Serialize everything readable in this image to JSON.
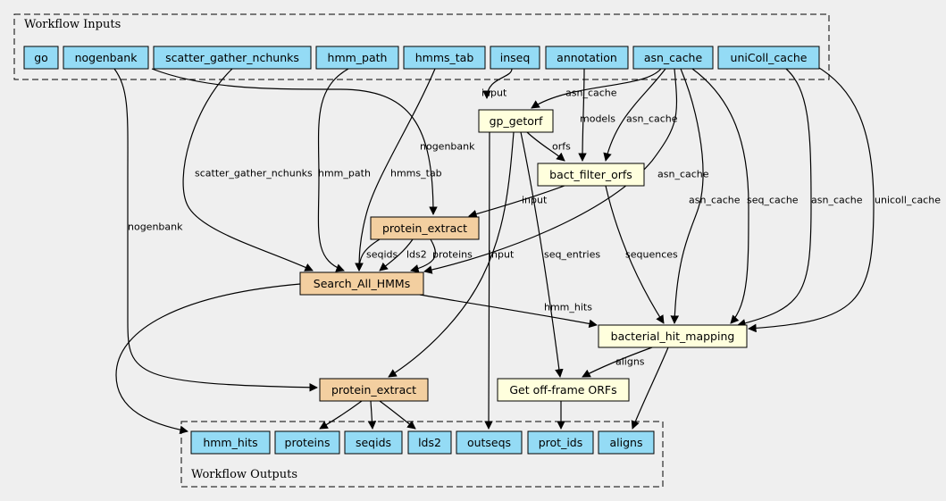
{
  "inputs_cluster": {
    "label": "Workflow Inputs"
  },
  "outputs_cluster": {
    "label": "Workflow Outputs"
  },
  "colors": {
    "io": "#94dbf5",
    "tool": "#ffffdd",
    "subworkflow": "#f3cfa0",
    "background": "#efefef"
  },
  "nodes": {
    "go": "go",
    "nogenbank": "nogenbank",
    "scatter_gather_nchunks": "scatter_gather_nchunks",
    "hmm_path": "hmm_path",
    "hmms_tab": "hmms_tab",
    "inseq": "inseq",
    "annotation": "annotation",
    "asn_cache": "asn_cache",
    "uniColl_cache": "uniColl_cache",
    "gp_getorf": "gp_getorf",
    "bact_filter_orfs": "bact_filter_orfs",
    "protein_extract_1": "protein_extract",
    "search_all_hmms": "Search_All_HMMs",
    "bacterial_hit_mapping": "bacterial_hit_mapping",
    "protein_extract_2": "protein_extract",
    "get_off_frame_orfs": "Get off-frame ORFs",
    "out_hmm_hits": "hmm_hits",
    "out_proteins": "proteins",
    "out_seqids": "seqids",
    "out_lds2": "lds2",
    "out_outseqs": "outseqs",
    "out_prot_ids": "prot_ids",
    "out_aligns": "aligns"
  },
  "edge_labels": {
    "inseq_getorf": "input",
    "asn_getorf": "asn_cache",
    "annotation_filter": "models",
    "asn_filter": "asn_cache",
    "getorf_filter": "orfs",
    "nogenbank_pe1": "nogenbank",
    "asn_search": "asn_cache",
    "sgn_search": "scatter_gather_nchunks",
    "hmmpath_search": "hmm_path",
    "hmmstab_search": "hmms_tab",
    "filter_pe1": "input",
    "nogenbank_pe2": "nogenbank",
    "asn_bhm_a": "asn_cache",
    "asn_bhm_b": "seq_cache",
    "unicoll_bhm_a": "asn_cache",
    "unicoll_bhm_b": "unicoll_cache",
    "pe1_search_seqids": "seqids",
    "pe1_search_lds2": "lds2",
    "pe1_search_proteins": "proteins",
    "getorf_pe2": "input",
    "getorf_offframe": "seq_entries",
    "filter_bhm": "sequences",
    "search_bhm": "hmm_hits",
    "bhm_offframe": "aligns"
  }
}
